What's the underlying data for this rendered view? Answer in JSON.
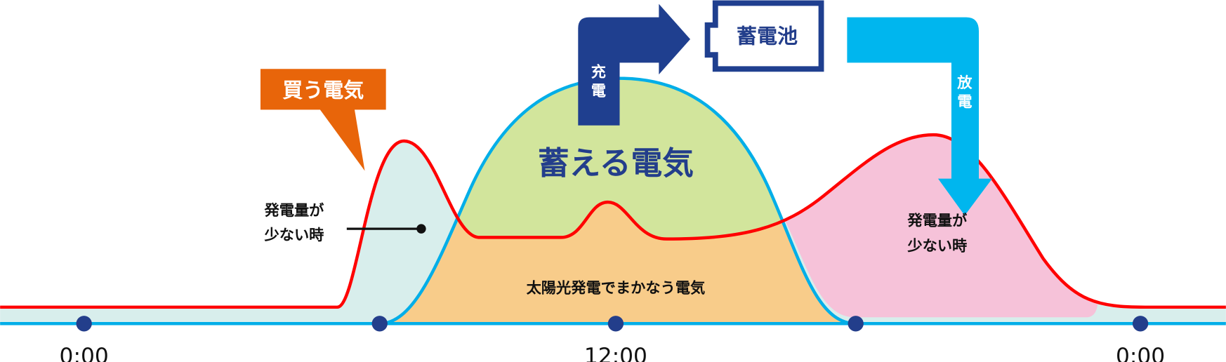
{
  "labels": {
    "buy_electricity": "買う電気",
    "low_generation_left": [
      "発電量が",
      "少ない時"
    ],
    "low_generation_right": [
      "発電量が",
      "少ない時"
    ],
    "stored_electricity": "蓄える電気",
    "solar_covered": "太陽光発電でまかなう電気",
    "charge": [
      "充",
      "電"
    ],
    "discharge": [
      "放",
      "電"
    ],
    "battery": "蓄電池"
  },
  "time_axis": [
    "0:00",
    "12:00",
    "0:00"
  ],
  "colors": {
    "consumption_line": "#ff0000",
    "solar_curve": "#00aee8",
    "charge_arrow": "#1f3f8f",
    "discharge_arrow": "#00b6ee",
    "buy_callout": "#e8650a",
    "stored_fill": "#d2e59c",
    "solar_fill": "#f8cc8a",
    "discharge_fill": "#f6c2d9",
    "buy_fill": "#d8eeec"
  }
}
